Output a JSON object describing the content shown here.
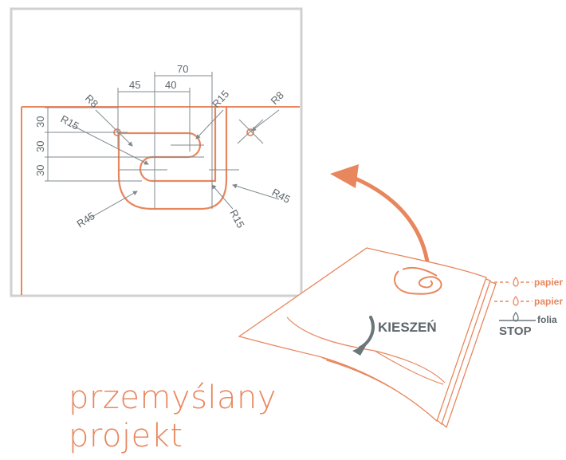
{
  "drawing": {
    "dimensions": {
      "d70": "70",
      "d45": "45",
      "d40": "40",
      "r8_left": "R8",
      "r15_top": "R15",
      "r8_right": "R8",
      "r15_left": "R15",
      "v30_1": "30",
      "v30_2": "30",
      "v30_3": "30",
      "r45_left": "R45",
      "r45_right": "R45",
      "r15_bottom": "R15"
    }
  },
  "illustration": {
    "pocket_label": "KIESZEŃ",
    "layers": [
      {
        "label": "papier"
      },
      {
        "label": "papier"
      },
      {
        "label": "folia"
      }
    ],
    "stop_label": "STOP"
  },
  "headline": {
    "line1": "przemyślany",
    "line2": "projekt"
  },
  "colors": {
    "accent": "#e8875e",
    "dimension": "#808a8e",
    "text_dark": "#5d676b",
    "frame": "#d0d0d0"
  }
}
